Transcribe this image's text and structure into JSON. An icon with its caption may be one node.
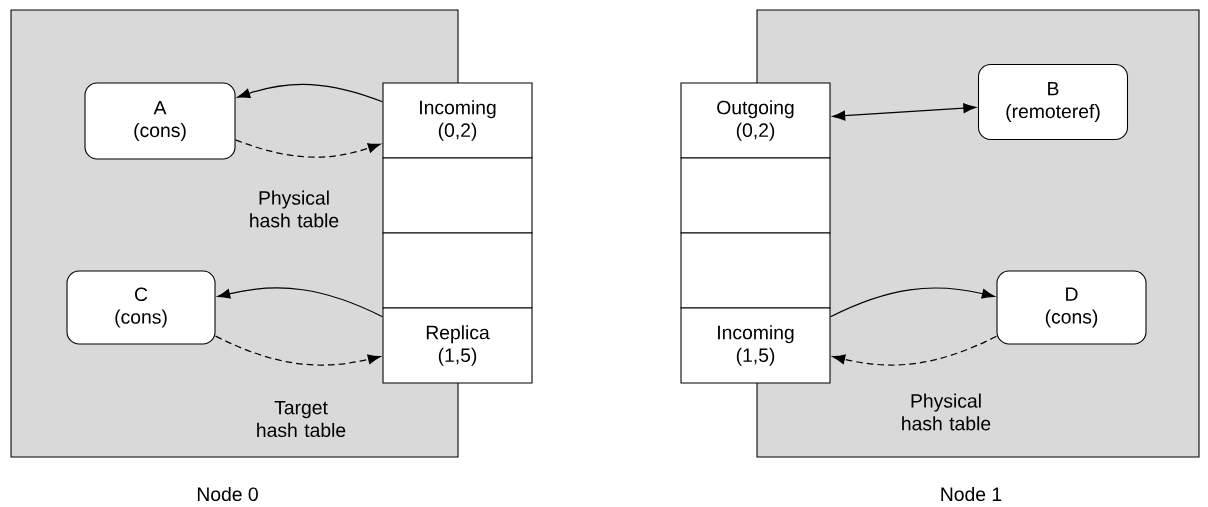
{
  "diagram": {
    "nodes": [
      {
        "text": [
          "Node 0"
        ]
      },
      {
        "text": [
          "Node 1"
        ]
      },
      {
        "text": [
          "Incoming (0,2)"
        ]
      },
      {
        "text": [],
        "shape": "box"
      },
      {
        "text": [],
        "shape": "box"
      },
      {
        "text": [
          "Replica (1,5)"
        ]
      },
      {
        "text": [
          "A (cons)"
        ],
        "in": 0
      },
      {
        "text": [
          "C (cons)"
        ],
        "in": 0
      },
      {
        "text": [
          "Outgoing (0,2)"
        ]
      },
      {
        "text": [],
        "shape": "box"
      },
      {
        "text": [],
        "shape": "box"
      },
      {
        "text": [
          "Incoming (1,5)"
        ]
      },
      {
        "text": [
          "B (remoteref)"
        ],
        "in": 1
      },
      {
        "text": [
          "D (cons)"
        ],
        "in": 1
      }
    ],
    "edges": [
      {
        "from": 2,
        "to": 6,
        "arrow": "to"
      },
      {
        "from": 6,
        "to": 2,
        "arrow": "to",
        "style": "dashed"
      },
      {
        "from": 5,
        "to": 7,
        "arrow": "to"
      },
      {
        "from": 7,
        "to": 5,
        "arrow": "to",
        "style": "dashed"
      },
      {
        "from": 8,
        "to": 12,
        "arrow": "both"
      },
      {
        "from": 11,
        "to": 13,
        "arrow": "to"
      },
      {
        "from": 13,
        "to": 11,
        "arrow": "to",
        "style": "dashed"
      }
    ],
    "labels": [
      "Physical hash table",
      "Target hash table",
      "Physical hash table"
    ]
  }
}
